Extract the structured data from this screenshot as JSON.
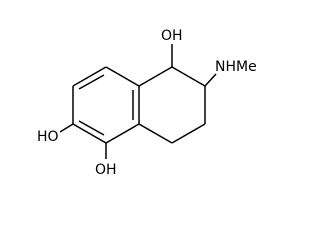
{
  "molecule": {
    "labels": {
      "oh_top": "OH",
      "nhme": "NHMe",
      "ho_left": "HO",
      "oh_bottom": "OH"
    },
    "colors": {
      "bond": "#000000",
      "text": "#000000",
      "background": "#ffffff"
    }
  }
}
